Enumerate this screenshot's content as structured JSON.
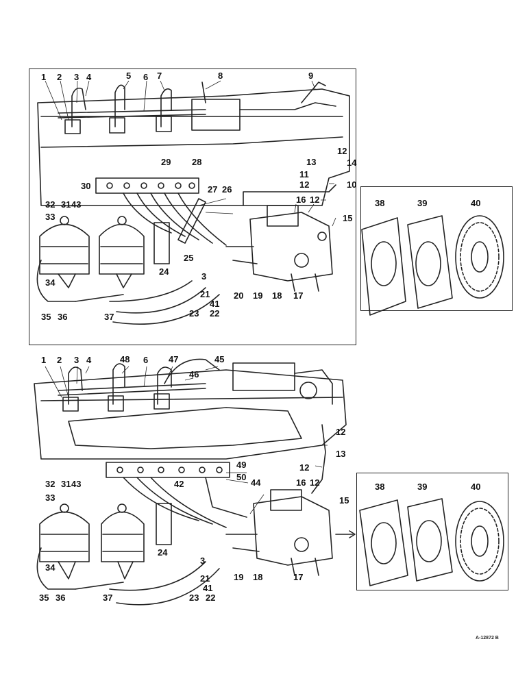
{
  "diagram_ref": "A-12872 B",
  "colors": {
    "line": "#222222",
    "background": "#ffffff"
  },
  "top_panel": {
    "callouts": [
      "1",
      "2",
      "3",
      "4",
      "5",
      "6",
      "7",
      "8",
      "9",
      "12",
      "13",
      "14",
      "11",
      "12",
      "10",
      "29",
      "28",
      "30",
      "27",
      "26",
      "16",
      "12",
      "15",
      "32",
      "31",
      "43",
      "33",
      "25",
      "3",
      "24",
      "20",
      "19",
      "18",
      "17",
      "34",
      "21",
      "41",
      "35",
      "36",
      "37",
      "23",
      "22"
    ]
  },
  "top_gear_panel": {
    "callouts": [
      "38",
      "39",
      "40"
    ]
  },
  "bottom_panel": {
    "callouts": [
      "1",
      "2",
      "3",
      "4",
      "48",
      "6",
      "47",
      "45",
      "46",
      "12",
      "13",
      "12",
      "49",
      "50",
      "42",
      "44",
      "16",
      "12",
      "15",
      "32",
      "31",
      "43",
      "33",
      "24",
      "3",
      "21",
      "19",
      "18",
      "17",
      "34",
      "41",
      "35",
      "36",
      "37",
      "23",
      "22"
    ]
  },
  "bottom_gear_panel": {
    "callouts": [
      "38",
      "39",
      "40"
    ]
  }
}
